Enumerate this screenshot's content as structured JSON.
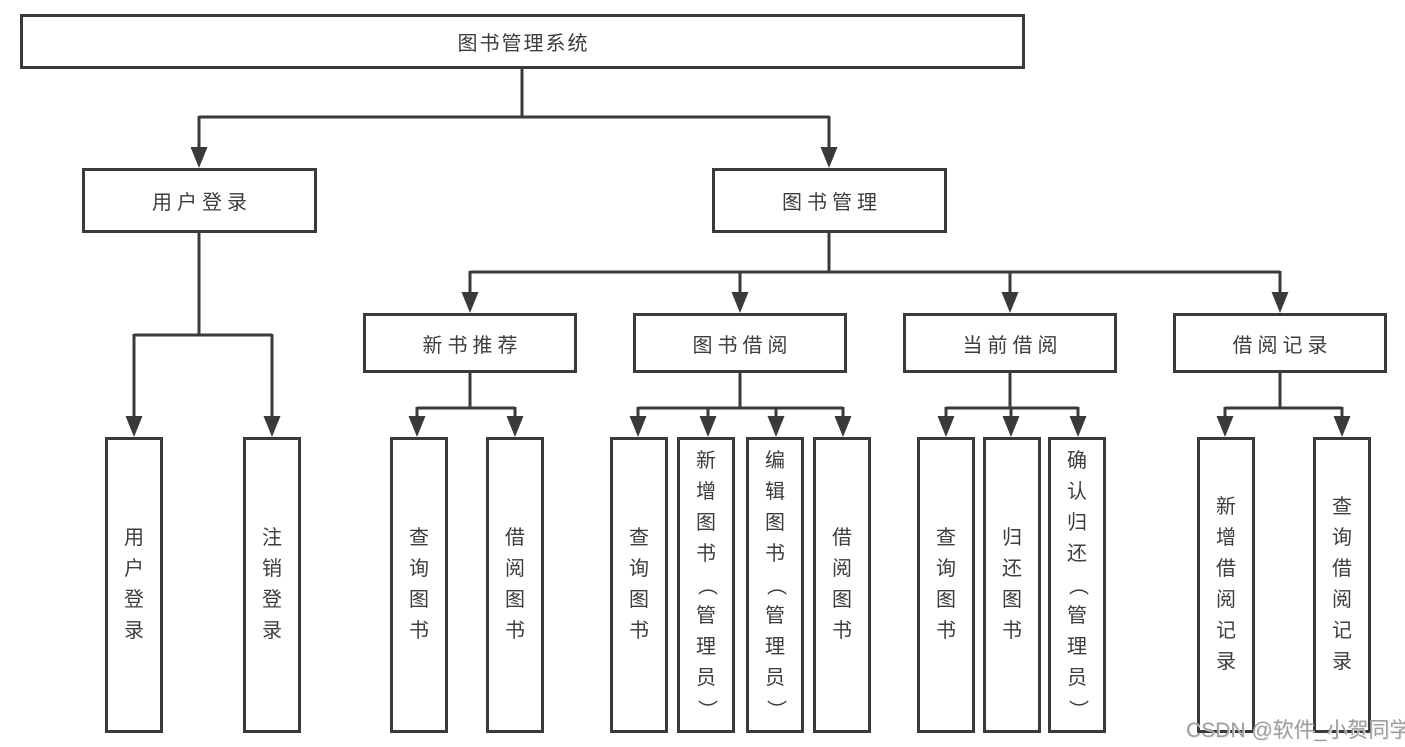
{
  "diagram": {
    "root": {
      "label": "图书管理系统"
    },
    "branches": [
      {
        "label": "用户登录"
      },
      {
        "label": "图书管理"
      }
    ],
    "modules": [
      {
        "label": "新书推荐"
      },
      {
        "label": "图书借阅"
      },
      {
        "label": "当前借阅"
      },
      {
        "label": "借阅记录"
      }
    ],
    "leaves": [
      {
        "label": "用户登录"
      },
      {
        "label": "注销登录"
      },
      {
        "label": "查询图书"
      },
      {
        "label": "借阅图书"
      },
      {
        "label": "查询图书"
      },
      {
        "label": "新增图书（管理员）"
      },
      {
        "label": "编辑图书（管理员）"
      },
      {
        "label": "借阅图书"
      },
      {
        "label": "查询图书"
      },
      {
        "label": "归还图书"
      },
      {
        "label": "确认归还（管理员）"
      },
      {
        "label": "新增借阅记录"
      },
      {
        "label": "查询借阅记录"
      }
    ],
    "watermark": "CSDN @软件_小贺同学",
    "colors": {
      "line": "#3a3a3a",
      "text": "#3d3d3d",
      "watermark": "#9e9e9e",
      "background": "#ffffff"
    }
  }
}
